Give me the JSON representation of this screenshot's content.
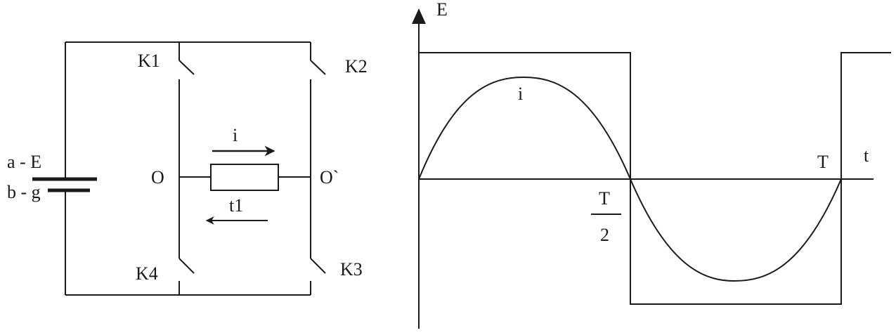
{
  "circuit": {
    "battery_plus_label": "a - E",
    "battery_minus_label": "b - g",
    "switch_k1": "K1",
    "switch_k2": "K2",
    "switch_k3": "K3",
    "switch_k4": "K4",
    "node_left": "O",
    "node_right": "O`",
    "current_label": "i",
    "reverse_label": "t1"
  },
  "graph": {
    "y_axis_label": "E",
    "x_axis_label": "t",
    "sine_label": "i",
    "period_label": "T",
    "half_period_num": "T",
    "half_period_den": "2"
  }
}
